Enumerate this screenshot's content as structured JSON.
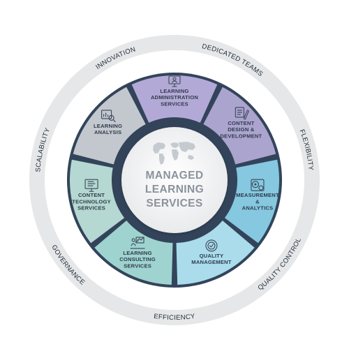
{
  "center": {
    "lines": [
      "MANAGED",
      "LEARNING",
      "SERVICES"
    ]
  },
  "segments": [
    {
      "lines": [
        "LEARNING",
        "ADMINISTRATION",
        "SERVICES"
      ],
      "color": "#b3a9d6",
      "icon": "monitor-person-icon"
    },
    {
      "lines": [
        "CONTENT",
        "DESIGN &",
        "DEVELOPMENT"
      ],
      "color": "#aba4cf",
      "icon": "design-tools-icon"
    },
    {
      "lines": [
        "MEASUREMENT",
        "&",
        "ANALYTICS"
      ],
      "color": "#85c8e0",
      "icon": "gears-chart-icon"
    },
    {
      "lines": [
        "QUALITY",
        "MANAGEMENT"
      ],
      "color": "#aadcec",
      "icon": "quality-badge-icon"
    },
    {
      "lines": [
        "LEARNING",
        "CONSULTING",
        "SERVICES"
      ],
      "color": "#9fd3cf",
      "icon": "presenter-icon"
    },
    {
      "lines": [
        "CONTENT",
        "TECHNOLOGY",
        "SERVICES"
      ],
      "color": "#b5d8d2",
      "icon": "monitor-document-icon"
    },
    {
      "lines": [
        "LEARNING",
        "ANALYSIS"
      ],
      "color": "#c3c8ce",
      "icon": "analysis-board-icon"
    }
  ],
  "ring_labels": [
    "INNOVATION",
    "DEDICATED TEAMS",
    "FLEXIBILITY",
    "QUALITY CONTROL",
    "EFFICIENCY",
    "GOVERNANCE",
    "SCALABILITY"
  ],
  "colors": {
    "outer_ring": "#e6e7e8",
    "dark_ring": "#33445a",
    "center_fill": "#f1f2f3",
    "map": "#c4cad0"
  }
}
